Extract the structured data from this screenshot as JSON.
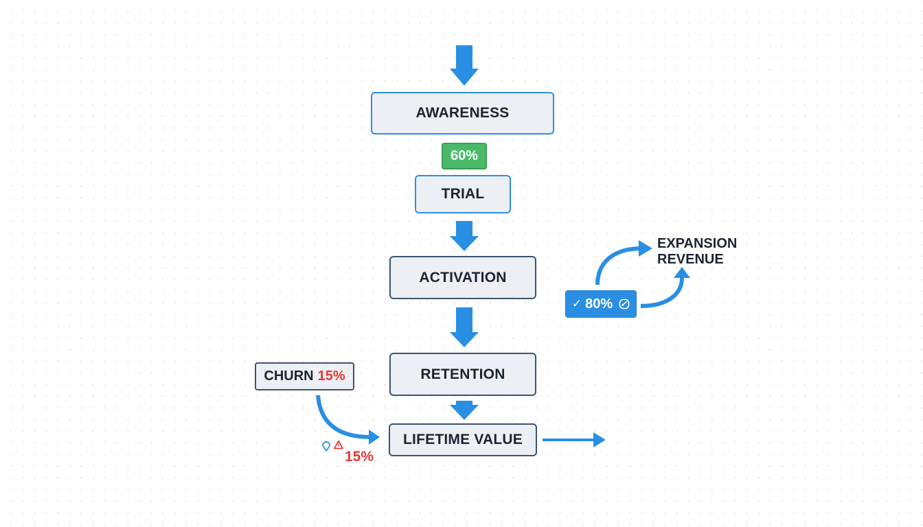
{
  "diagram": {
    "type": "customer-lifecycle-funnel",
    "stages": [
      {
        "id": "awareness",
        "label": "AWARENESS"
      },
      {
        "id": "trial",
        "label": "TRIAL"
      },
      {
        "id": "activation",
        "label": "ACTIVATION"
      },
      {
        "id": "retention",
        "label": "RETENTION"
      },
      {
        "id": "lifetime-value",
        "label": "LIFETIME VALUE"
      }
    ],
    "conversion_badge": {
      "label": "60%",
      "between": [
        "awareness",
        "trial"
      ],
      "color": "#4cb86a"
    },
    "expansion": {
      "badge": {
        "check_icon": "✓",
        "label": "80%",
        "icon": "gauge-icon",
        "color": "#2a8fe2"
      },
      "line1": "EXPANSION",
      "line2": "REVENUE"
    },
    "churn": {
      "box_label": "CHURN",
      "box_value": "15%",
      "annotation_value": "15%",
      "icons": [
        "map-pin-icon",
        "warning-triangle-icon"
      ]
    },
    "colors": {
      "arrow": "#2a8fe2",
      "stage_fill": "#eceff3",
      "stage_border_blue": "#2c8fe0",
      "stage_border_dark": "#3b5470",
      "text": "#1b2433",
      "alert": "#e53935"
    }
  }
}
